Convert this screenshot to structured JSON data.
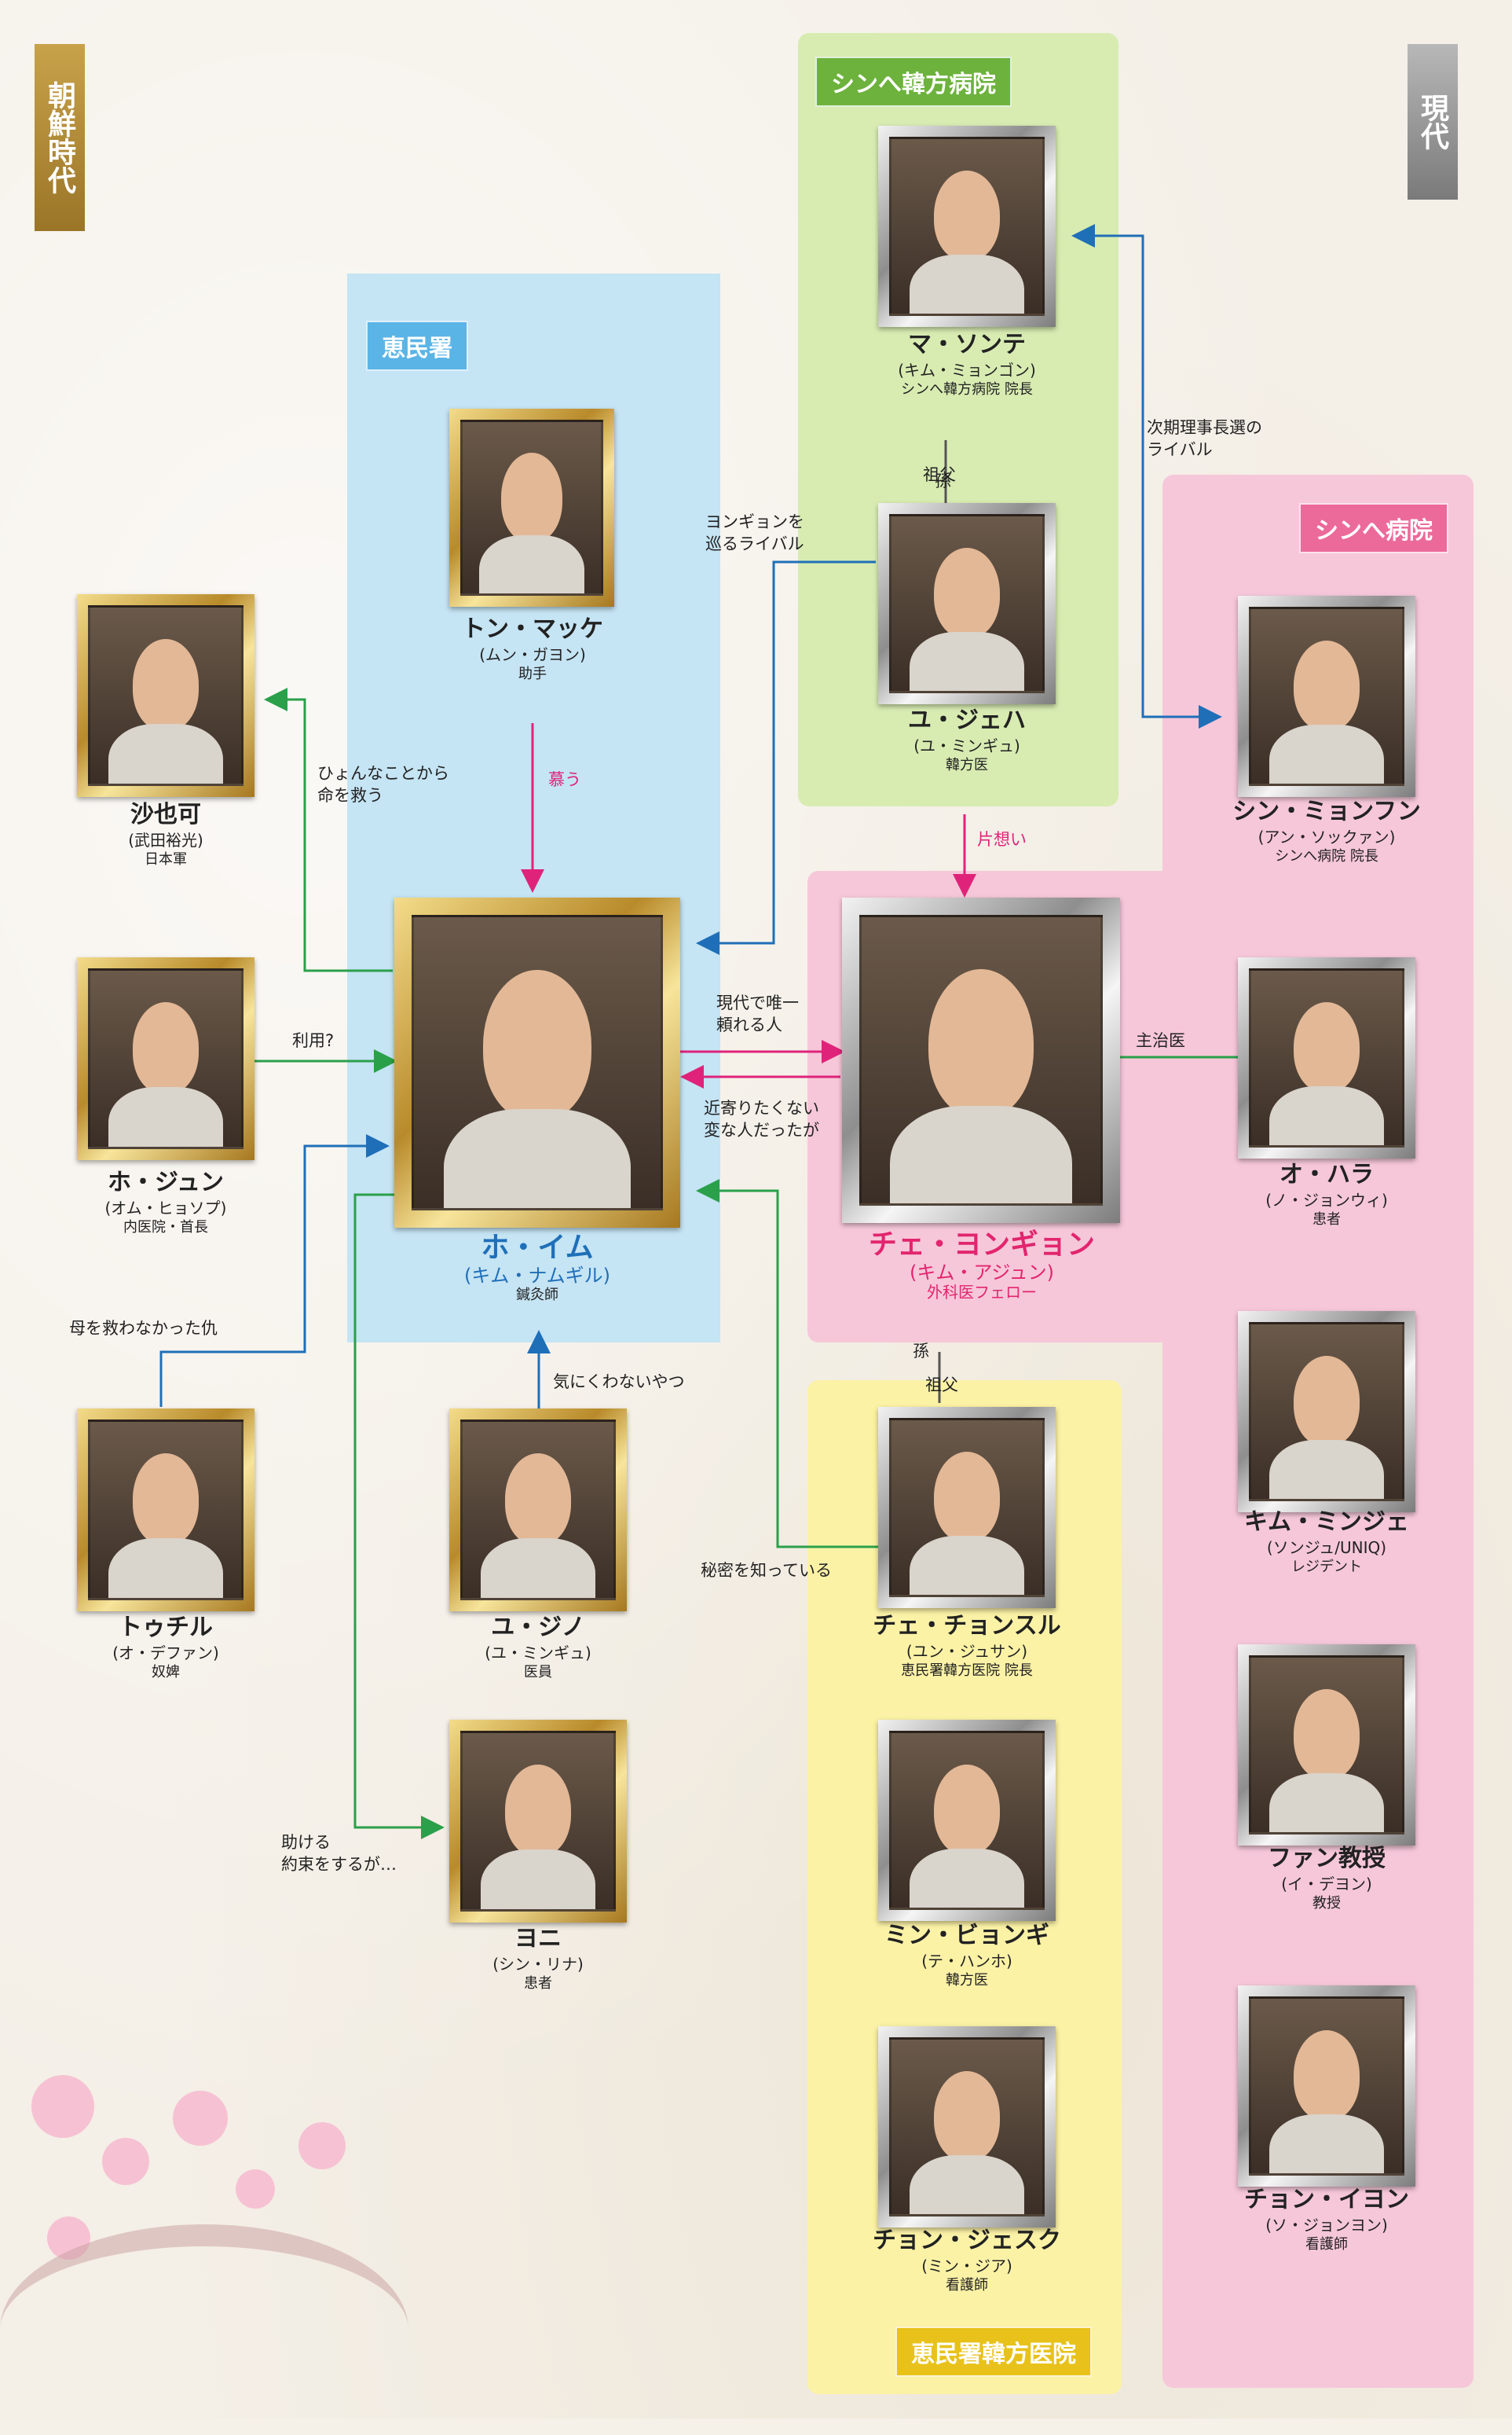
{
  "eras": {
    "joseon": "朝鮮時代",
    "modern": "現代"
  },
  "groups": {
    "hyeminseo": "恵民署",
    "shinhye_hanbang": "シンへ韓方病院",
    "shinhye_hospital": "シンへ病院",
    "hyeminseo_clinic": "恵民署韓方医院"
  },
  "people": {
    "tong_makke": {
      "name": "トン・マッケ",
      "actor": "(ムン・ガヨン)",
      "role": "助手"
    },
    "ho_imu": {
      "name": "ホ・イム",
      "actor": "(キム・ナムギル)",
      "role": "鍼灸師"
    },
    "sayaka": {
      "name": "沙也可",
      "actor": "(武田裕光)",
      "role": "日本軍"
    },
    "ho_jun": {
      "name": "ホ・ジュン",
      "actor": "(オム・ヒョソプ)",
      "role": "内医院・首長"
    },
    "tuchiru": {
      "name": "トゥチル",
      "actor": "(オ・デファン)",
      "role": "奴婢"
    },
    "yu_jino": {
      "name": "ユ・ジノ",
      "actor": "(ユ・ミンギュ)",
      "role": "医員"
    },
    "yoni": {
      "name": "ヨニ",
      "actor": "(シン・リナ)",
      "role": "患者"
    },
    "ma_sonte": {
      "name": "マ・ソンテ",
      "actor": "(キム・ミョンゴン)",
      "role": "シンへ韓方病院 院長"
    },
    "yu_jeha": {
      "name": "ユ・ジェハ",
      "actor": "(ユ・ミンギュ)",
      "role": "韓方医"
    },
    "chae_yongyon": {
      "name": "チェ・ヨンギョン",
      "actor": "(キム・アジュン)",
      "role": "外科医フェロー"
    },
    "chae_chonsuru": {
      "name": "チェ・チョンスル",
      "actor": "(ユン・ジュサン)",
      "role": "恵民署韓方医院 院長"
    },
    "min_byongi": {
      "name": "ミン・ビョンギ",
      "actor": "(テ・ハンホ)",
      "role": "韓方医"
    },
    "chon_jesuku": {
      "name": "チョン・ジェスク",
      "actor": "(ミン・ジア)",
      "role": "看護師"
    },
    "shin_myonfun": {
      "name": "シン・ミョンフン",
      "actor": "(アン・ソックァン)",
      "role": "シンへ病院 院長"
    },
    "o_hara": {
      "name": "オ・ハラ",
      "actor": "(ノ・ジョンウィ)",
      "role": "患者"
    },
    "kim_minje": {
      "name": "キム・ミンジェ",
      "actor": "(ソンジュ/UNIQ)",
      "role": "レジデント"
    },
    "fan_prof": {
      "name": "ファン教授",
      "actor": "(イ・デヨン)",
      "role": "教授"
    },
    "chon_iyon": {
      "name": "チョン・イヨン",
      "actor": "(ソ・ジョンヨン)",
      "role": "看護師"
    }
  },
  "relations": {
    "shitau": "慕う",
    "hyonna": "ひょんなことから\n命を救う",
    "riyou": "利用?",
    "haha": "母を救わなかった仇",
    "kinikuwanai": "気にくわないやつ",
    "tasukeru": "助ける\n約束をするが…",
    "yonggyon_rival": "ヨンギョンを\n巡るライバル",
    "gendai_yuiitsu": "現代で唯一\n頼れる人",
    "chikayori": "近寄りたくない\n変な人だったが",
    "sofu1": "祖父",
    "mago1": "孫",
    "jiki_rijicho": "次期理事長選の\nライバル",
    "kataomoi": "片想い",
    "shujii": "主治医",
    "mago2": "孫",
    "sofu2": "祖父",
    "himitsu": "秘密を知っている"
  },
  "colors": {
    "blue": "#1f6fb8",
    "green": "#2aa04a",
    "pink": "#e0237a"
  }
}
